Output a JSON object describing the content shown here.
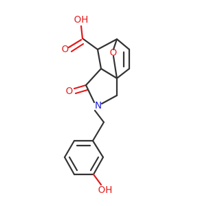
{
  "molecule": {
    "atoms": {
      "acid_oh": "OH",
      "acid_o": "O",
      "bridge_o": "O",
      "ketone_o": "O",
      "nitrogen": "N",
      "phenol_oh": "OH"
    },
    "colors": {
      "bond": "#333333",
      "oxygen": "#e31a1a",
      "nitrogen": "#1c1cd6"
    }
  }
}
